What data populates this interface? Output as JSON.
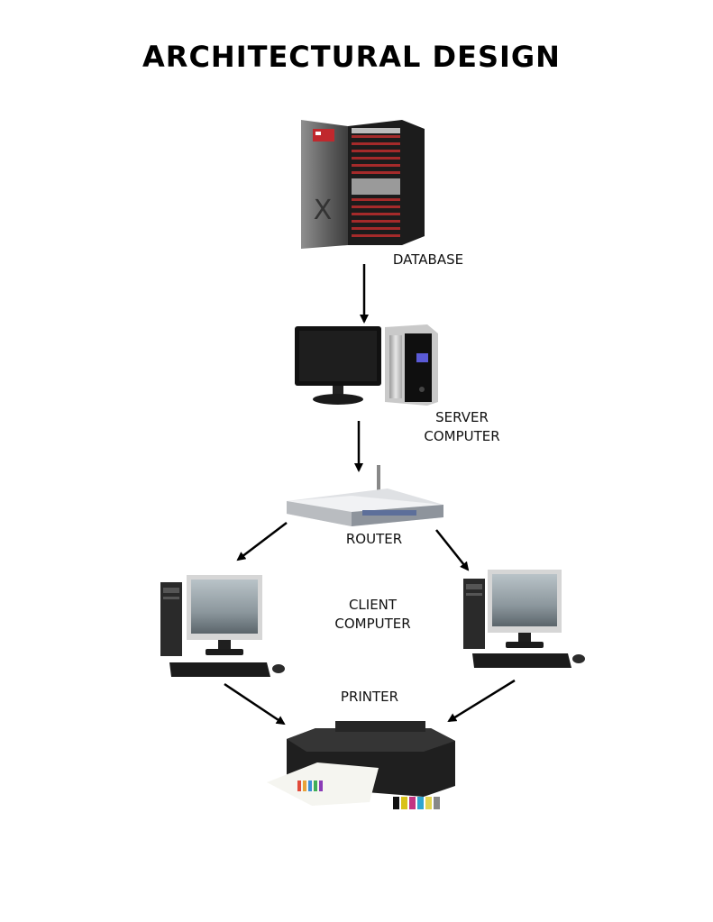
{
  "title": "ARCHITECTURAL DESIGN",
  "nodes": {
    "database": {
      "label": "DATABASE",
      "icon": "server-rack-icon"
    },
    "server": {
      "label_line1": "SERVER",
      "label_line2": "COMPUTER",
      "icon": "desktop-computer-icon"
    },
    "router": {
      "label": "ROUTER",
      "icon": "router-icon"
    },
    "client": {
      "label_line1": "CLIENT",
      "label_line2": "COMPUTER",
      "icon": "client-computer-icon"
    },
    "printer": {
      "label": "PRINTER",
      "icon": "printer-icon"
    }
  },
  "edges": [
    {
      "from": "DATABASE",
      "to": "SERVER COMPUTER"
    },
    {
      "from": "SERVER COMPUTER",
      "to": "ROUTER"
    },
    {
      "from": "ROUTER",
      "to": "CLIENT COMPUTER"
    },
    {
      "from": "ROUTER",
      "to": "CLIENT COMPUTER"
    },
    {
      "from": "CLIENT COMPUTER",
      "to": "PRINTER"
    },
    {
      "from": "CLIENT COMPUTER",
      "to": "PRINTER"
    }
  ],
  "colors": {
    "text": "#000000",
    "arrow": "#000000",
    "server_rack": "#2a2a2a",
    "accent_red": "#c0282d"
  }
}
